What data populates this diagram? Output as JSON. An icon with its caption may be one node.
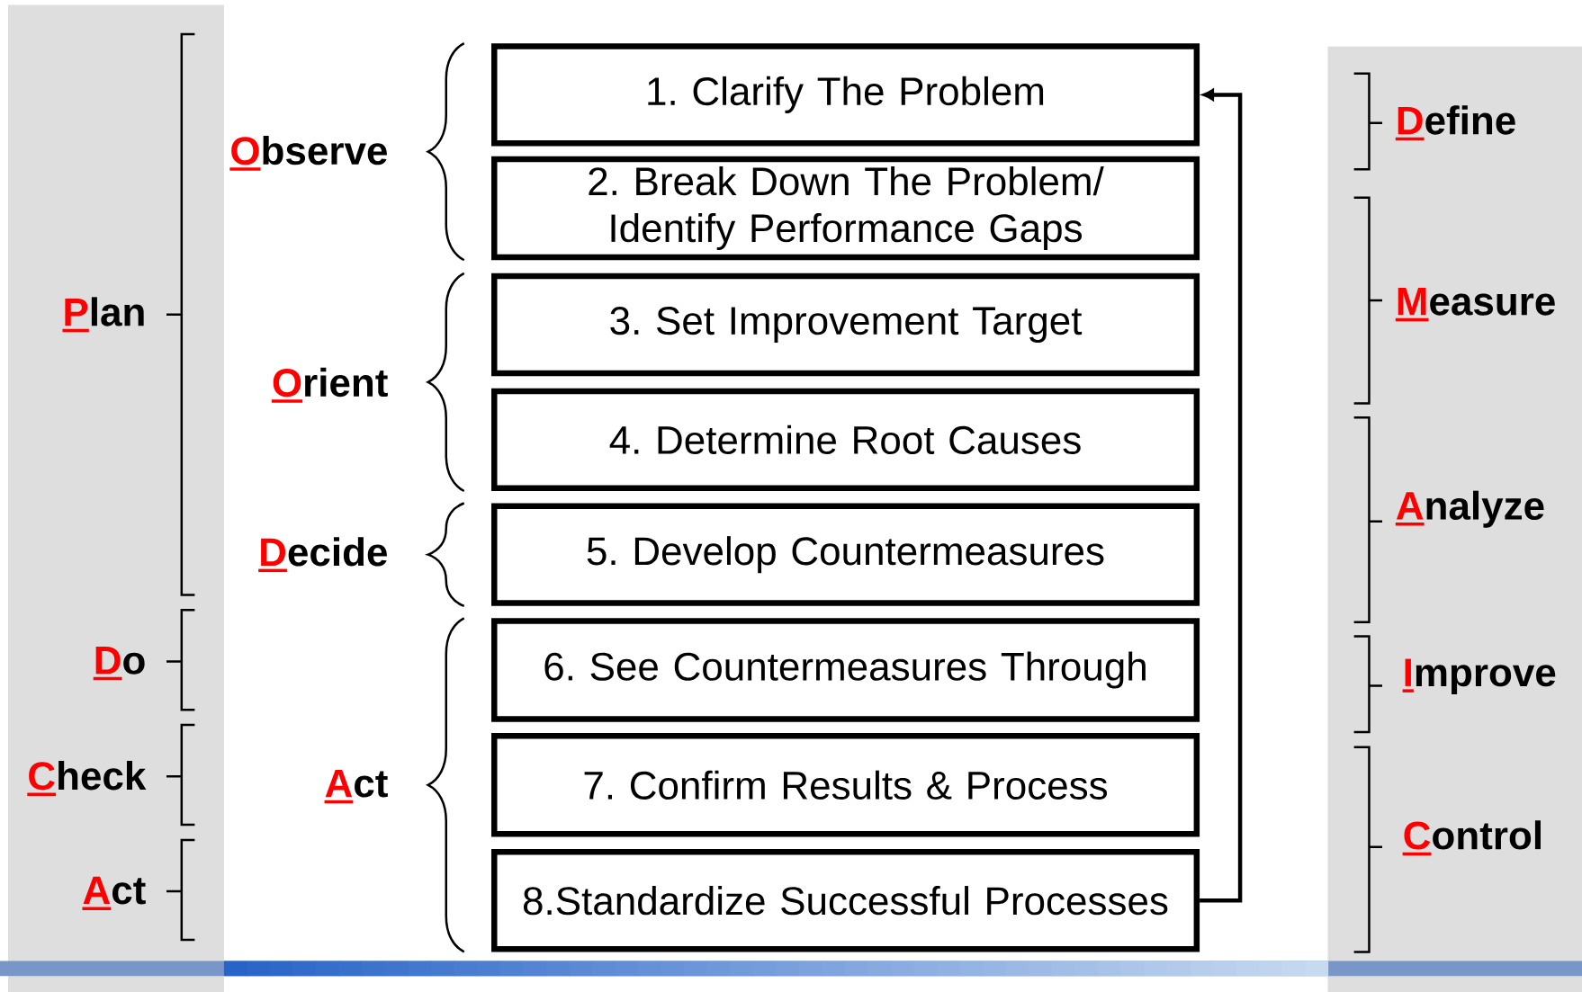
{
  "diagram": {
    "nodes": [
      {
        "text": [
          "1. Clarify The Problem"
        ]
      },
      {
        "text": [
          "2. Break Down The Problem/ Identify Performance Gaps"
        ]
      },
      {
        "text": [
          "3. Set Improvement Target"
        ]
      },
      {
        "text": [
          "4. Determine Root Causes"
        ]
      },
      {
        "text": [
          "5. Develop Countermeasures"
        ]
      },
      {
        "text": [
          "6. See Countermeasures Through"
        ]
      },
      {
        "text": [
          "7. Confirm Results & Process"
        ]
      },
      {
        "text": [
          "8.Standardize Successful Processes"
        ]
      }
    ],
    "edges": [
      {
        "from": 7,
        "to": 0,
        "arrow": "to"
      }
    ],
    "labels": [
      "Plan",
      "Observe",
      "Define",
      "Measure",
      "Orient",
      "Analyze",
      "Decide",
      "Do",
      "Improve",
      "Check",
      "Act",
      "Control",
      "Act"
    ]
  }
}
